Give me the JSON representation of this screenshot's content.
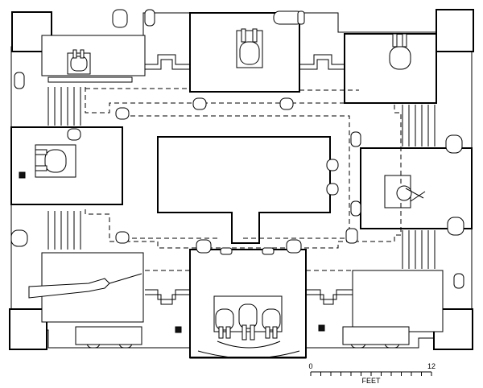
{
  "scale_bar": {
    "start_label": "0",
    "end_label": "12",
    "unit_label": "FEET",
    "min": 0,
    "max": 12
  }
}
